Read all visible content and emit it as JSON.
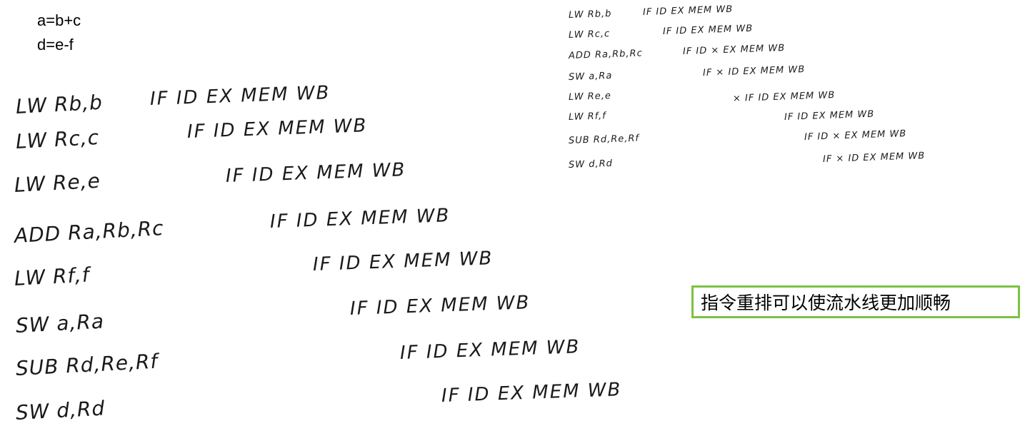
{
  "equations": [
    "a=b+c",
    "d=e-f"
  ],
  "original": {
    "instructions": [
      "LW Rb,b",
      "LW Rc,c",
      "LW Re,e",
      "ADD Ra,Rb,Rc",
      "LW Rf,f",
      "SW a,Ra",
      "SUB Rd,Re,Rf",
      "SW d,Rd"
    ],
    "stages": [
      "IF ID EX MEM WB",
      "IF ID EX  MEM WB",
      "IF ID EX MEM WB",
      "IF ID  EX MEM WB",
      "IF ID EX  MEM WB",
      "IF  ID EX  MEM WB",
      "IF ID   EX MEM WB",
      "IF  ID EX  MEM WB"
    ]
  },
  "reordered": {
    "instructions": [
      "LW Rb,b",
      "LW Rc,c",
      "ADD Ra,Rb,Rc",
      "SW a,Ra",
      "LW Re,e",
      "LW Rf,f",
      "SUB Rd,Re,Rf",
      "SW d,Rd"
    ],
    "stages": [
      "IF ID EX MEM WB",
      "IF ID EX  MEM WB",
      "IF ID   ×   EX MEM WB",
      "IF   ×   ID EX  MEM WB",
      "×   IF ID EX MEM WB",
      "IF ID EX  MEM WB",
      "IF ID   ×   EX MEM WB",
      "IF   ×   ID EX  MEM WB"
    ]
  },
  "note": "指令重排可以使流水线更加顺畅",
  "colors": {
    "note_border": "#7cc243"
  }
}
